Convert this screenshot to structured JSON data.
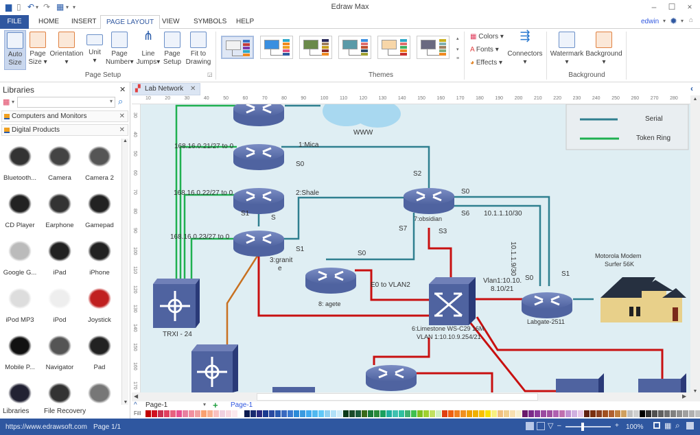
{
  "window": {
    "title": "Edraw Max",
    "minimize": "–",
    "maximize": "☐",
    "close": "×"
  },
  "quick_access": [
    "app-icon",
    "new-icon",
    "undo-icon",
    "redo-icon",
    "save-icon",
    "customize-icon"
  ],
  "menu": {
    "tabs": [
      {
        "label": "FILE"
      },
      {
        "label": "HOME"
      },
      {
        "label": "INSERT"
      },
      {
        "label": "PAGE LAYOUT",
        "active": true
      },
      {
        "label": "VIEW"
      },
      {
        "label": "SYMBOLS"
      },
      {
        "label": "HELP"
      }
    ],
    "user": "edwin"
  },
  "ribbon": {
    "page_setup": {
      "group_label": "Page Setup",
      "buttons": [
        {
          "label1": "Auto",
          "label2": "Size"
        },
        {
          "label1": "Page",
          "label2": "Size ▾"
        },
        {
          "label1": "Orientation",
          "label2": "▾"
        },
        {
          "label1": "Unit",
          "label2": "▾"
        },
        {
          "label1": "Page",
          "label2": "Number▾"
        },
        {
          "label1": "Line",
          "label2": "Jumps▾"
        },
        {
          "label1": "Page",
          "label2": "Setup"
        },
        {
          "label1": "Fit to",
          "label2": "Drawing"
        }
      ]
    },
    "themes": {
      "group_label": "Themes",
      "items": [
        {
          "box": "#f2f2f2",
          "bars": [
            "#3b6fc2",
            "#c23b3b",
            "#7a3bb0",
            "#2ea8c8",
            "#f08a20"
          ]
        },
        {
          "box": "#3a8fe0",
          "bars": [
            "#2ea8c8",
            "#f08a20",
            "#f0a020",
            "#e05080",
            "#2e5aa0"
          ]
        },
        {
          "box": "#6a8a4a",
          "bars": [
            "#2a2a5a",
            "#a08060",
            "#c8a020",
            "#8a2a2a",
            "#f08a20"
          ]
        },
        {
          "box": "#5a9aa8",
          "bars": [
            "#3a8fe0",
            "#e07070",
            "#c05030",
            "#2a4a6a",
            "#a0a030"
          ]
        },
        {
          "box": "#f7d6a8",
          "bars": [
            "#2ea8c8",
            "#e07070",
            "#40b060",
            "#f08a20",
            "#c83030"
          ]
        },
        {
          "box": "#6a6a80",
          "bars": [
            "#c8b020",
            "#80b0b0",
            "#a08060",
            "#80b080",
            "#f08a20"
          ]
        }
      ],
      "colors_label": "Colors ▾",
      "fonts_label": "Fonts ▾",
      "effects_label": "Effects ▾",
      "connectors_label": "Connectors",
      "connectors_arrow": "▾"
    },
    "background": {
      "group_label": "Background",
      "watermark_label": "Watermark",
      "background_label": "Background"
    }
  },
  "libraries": {
    "title": "Libraries",
    "search_placeholder": "",
    "sections": [
      {
        "label": "Computers and Monitors"
      },
      {
        "label": "Digital Products"
      }
    ],
    "items": [
      {
        "label": "Bluetooth..."
      },
      {
        "label": "Camera"
      },
      {
        "label": "Camera 2"
      },
      {
        "label": "CD Player"
      },
      {
        "label": "Earphone"
      },
      {
        "label": "Gamepad"
      },
      {
        "label": "Google G..."
      },
      {
        "label": "iPad"
      },
      {
        "label": "iPhone"
      },
      {
        "label": "iPod MP3"
      },
      {
        "label": "iPod"
      },
      {
        "label": "Joystick"
      },
      {
        "label": "Mobile P..."
      },
      {
        "label": "Navigator"
      },
      {
        "label": "Pad"
      },
      {
        "label": ""
      },
      {
        "label": ""
      },
      {
        "label": ""
      }
    ],
    "bottom_tabs": [
      "Libraries",
      "File Recovery"
    ]
  },
  "document": {
    "tab_label": "Lab Network",
    "ruler_h": [
      "10",
      "20",
      "30",
      "40",
      "50",
      "60",
      "70",
      "80",
      "90",
      "100",
      "110",
      "120",
      "130",
      "140",
      "150",
      "160",
      "170",
      "180",
      "190",
      "200",
      "210",
      "220",
      "230",
      "240",
      "250",
      "260",
      "270",
      "280"
    ],
    "ruler_v": [
      "30",
      "40",
      "50",
      "60",
      "70",
      "80",
      "90",
      "100",
      "110",
      "120",
      "130",
      "140",
      "150",
      "160",
      "170"
    ]
  },
  "diagram": {
    "legend": [
      {
        "label": "Serial",
        "color": "#2f7f8f"
      },
      {
        "label": "Token Ring",
        "color": "#1fb050"
      }
    ],
    "labels": {
      "www": "WWW",
      "ip21": "168.16.0.21/27 to 0",
      "ip22": "168.16.0.22/27 to 0",
      "ip23": "168.16.0.23/27 to 0",
      "mica": "1:Mica",
      "s0_mica": "S0",
      "shale": "2:Shale",
      "s1_shale": "S1",
      "s_shale": "S",
      "granite1": "3:granit",
      "granite2": "e",
      "s1_granite": "S1",
      "s2_obs": "S2",
      "s0_obs": "S0",
      "s6_obs": "S6",
      "s7_obs": "S7",
      "s3_obs": "S3",
      "obsidian": "7:obsidian",
      "ip_10_1_1_10": "10.1.1.10/30",
      "ip_10_1_1_9": "10.1.1.9/30",
      "s0_agate": "S0",
      "agate": "8: agete",
      "e0_vlan2": "E0 to VLAN2",
      "vlan1a": "Vlan1:10.10.",
      "vlan1b": "8.10/21",
      "s0_lab": "S0",
      "s1_lab": "S1",
      "labgate": "Labgate-2511",
      "modem1": "Motorola Modem",
      "modem2": "Surfer 56K",
      "limestone1": "6:Limestone WS-C29 16M",
      "limestone2": "VLAN 1:10.10.9.254/21",
      "trxi": "TRXI - 24"
    },
    "colors": {
      "serial": "#2f7f8f",
      "token_ring": "#1fb050",
      "ethernet": "#c81010",
      "fiber": "#c87020",
      "device": "#5b6fa8"
    }
  },
  "pages": {
    "nav_label": "Page-1",
    "active_tab": "Page-1",
    "add_icon": "+"
  },
  "palette": {
    "fill_label": "Fill",
    "colors": [
      "#c00000",
      "#d01020",
      "#c83050",
      "#e04060",
      "#e86080",
      "#e85090",
      "#e880a0",
      "#f090a0",
      "#f0a0a0",
      "#f8a070",
      "#f8b090",
      "#f8c0c0",
      "#f0d0e0",
      "#f8d8e0",
      "#fce8ee",
      "#ffffff",
      "#0a1a50",
      "#1a2a70",
      "#2a2a80",
      "#1a3a90",
      "#2a4aa0",
      "#2a5ab0",
      "#3a6ac0",
      "#3a7ad0",
      "#2a8ad8",
      "#3a9ae0",
      "#40aaf0",
      "#50b8f0",
      "#60c8f8",
      "#90d0f0",
      "#b0e0f8",
      "#d0ecf8",
      "#0a3a1a",
      "#1a4a2a",
      "#1a5a3a",
      "#3a6a1a",
      "#1a7a3a",
      "#2a8a3a",
      "#1aa060",
      "#20b0a0",
      "#40c0b0",
      "#30c0a0",
      "#40b070",
      "#40c050",
      "#80c020",
      "#a0d030",
      "#c0e060",
      "#d0f0c0",
      "#e04010",
      "#f06010",
      "#f08020",
      "#f09020",
      "#f0a000",
      "#f0b000",
      "#f8c000",
      "#f8e000",
      "#f8f080",
      "#f0c080",
      "#f0d090",
      "#f8e0b0",
      "#f8f0d0",
      "#6a1a6a",
      "#7a2a8a",
      "#8a3a9a",
      "#9a4aa0",
      "#a050a0",
      "#b060b0",
      "#c070b0",
      "#c090d0",
      "#d0b0e0",
      "#e8c8e8",
      "#602010",
      "#7a3010",
      "#8a4020",
      "#a05020",
      "#b06030",
      "#c08040",
      "#d0a060",
      "#c0c0c0",
      "#d0d0d0",
      "#000000",
      "#303030",
      "#505050",
      "#606060",
      "#707070",
      "#808080",
      "#909090",
      "#a0a0a0",
      "#b0b0b0",
      "#c0c0c0",
      "#d0d0d0",
      "#e0e0e0"
    ]
  },
  "status": {
    "url": "https://www.edrawsoft.com",
    "page": "Page 1/1",
    "zoom_level_percent": 100,
    "zoom_label": "100%",
    "zoom_minus": "–",
    "zoom_plus": "+"
  }
}
